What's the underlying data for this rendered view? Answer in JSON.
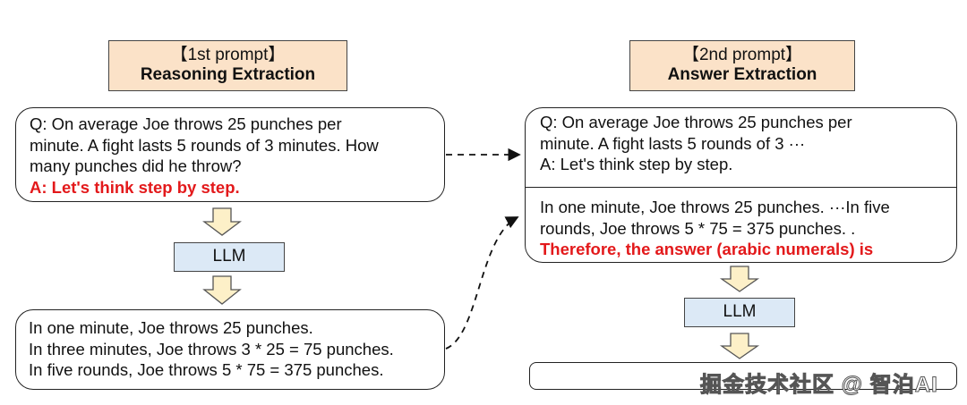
{
  "left": {
    "title_top": "【1st prompt】",
    "title_bottom": "Reasoning Extraction",
    "question_lines": [
      "Q: On average Joe throws 25 punches per",
      "minute.  A fight lasts 5 rounds of 3 minutes.  How",
      "many punches did he throw?"
    ],
    "trigger": "A: Let's think step by step.",
    "llm": "LLM",
    "output_lines": [
      "In one minute, Joe throws 25 punches.",
      "In three minutes, Joe throws 3 * 25 = 75 punches.",
      "In five rounds, Joe throws 5 * 75 = 375 punches."
    ]
  },
  "right": {
    "title_top": "【2nd prompt】",
    "title_bottom": "Answer Extraction",
    "prompt_lines": [
      "Q: On average Joe throws 25 punches per",
      "minute.  A fight lasts 5 rounds of 3 ···",
      "A: Let's think step by step."
    ],
    "reasoning_lines": [
      "In one minute, Joe throws 25 punches. ···In five",
      "rounds, Joe throws 5 * 75 = 375 punches. ."
    ],
    "trigger": "Therefore, the answer (arabic numerals) is",
    "llm": "LLM",
    "answer": ""
  },
  "watermark": "掘金技术社区 @ 智泊AI",
  "colors": {
    "title_fill": "#fbe2c8",
    "llm_fill": "#dce9f6",
    "arrow_fill": "#fdf0c8",
    "highlight": "#e3191b"
  }
}
